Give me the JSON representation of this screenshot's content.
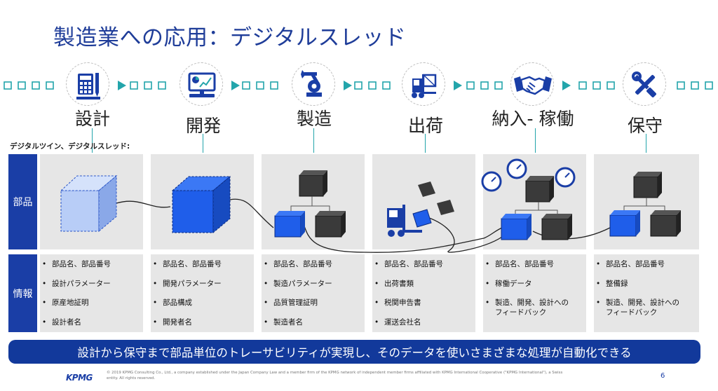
{
  "title": "製造業への応用：デジタルスレッド",
  "subtitle": "デジタルツイン、デジタルスレッド:",
  "stages": [
    {
      "label": "設計",
      "icon": "calculator-pencil-icon"
    },
    {
      "label": "開発",
      "icon": "computer-chart-icon"
    },
    {
      "label": "製造",
      "icon": "robot-arm-icon"
    },
    {
      "label": "出荷",
      "icon": "forklift-icon"
    },
    {
      "label": "納入- 稼働",
      "icon": "handshake-icon"
    },
    {
      "label": "保守",
      "icon": "wrench-screwdriver-icon"
    }
  ],
  "rows": {
    "parts": "部品",
    "info": "情報"
  },
  "info": [
    [
      "部品名、部品番号",
      "設計パラメーター",
      "原産地証明",
      "設計者名"
    ],
    [
      "部品名、部品番号",
      "開発パラメーター",
      "部品構成",
      "開発者名"
    ],
    [
      "部品名、部品番号",
      "製造パラメーター",
      "品質管理証明",
      "製造者名"
    ],
    [
      "部品名、部品番号",
      "出荷書類",
      "税関申告書",
      "運送会社名"
    ],
    [
      "部品名、部品番号",
      "稼働データ",
      "製造、開発、設計への\nフィードバック"
    ],
    [
      "部品名、部品番号",
      "整備録",
      "製造、開発、設計への\nフィードバック"
    ]
  ],
  "banner": "設計から保守まで部品単位のトレーサビリティが実現し、そのデータを使いさまざまな処理が自動化できる",
  "footer": {
    "logo": "KPMG",
    "copyright": "© 2019 KPMG Consulting Co., Ltd., a company established under the Japan Company Law and a member firm of the KPMG network of independent member firms affiliated with KPMG International Cooperative (\"KPMG International\"), a Swiss entity. All rights reserved.",
    "page": "6"
  },
  "colors": {
    "title": "#1f3d99",
    "teal": "#23a5ab",
    "navy": "#1a3ea6",
    "banner": "#12399b",
    "cube_blue": "#1f5eea",
    "cube_gray": "#3a3a3a",
    "panel": "#e6e6e6"
  }
}
